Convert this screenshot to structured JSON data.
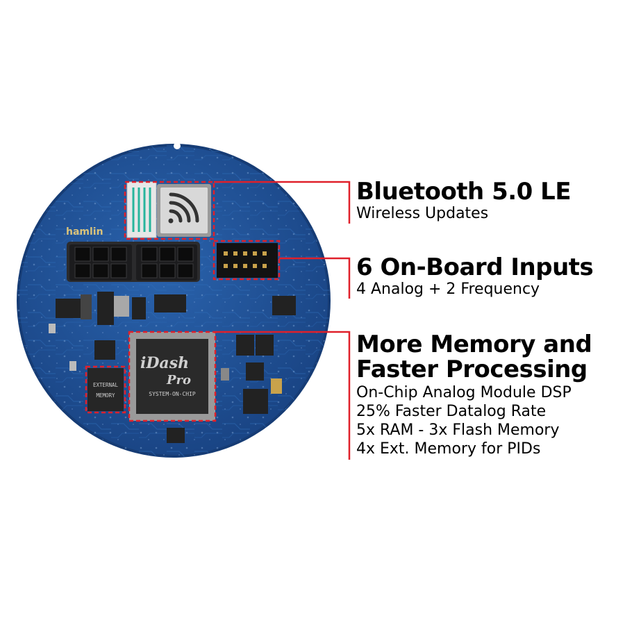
{
  "product": {
    "board_brand": "hamlin",
    "chip_brand": "iDash",
    "chip_model": "Pro",
    "chip_label": "SYSTEM-ON-CHIP",
    "memory_label_line1": "EXTERNAL",
    "memory_label_line2": "MEMORY"
  },
  "callouts": [
    {
      "heading": "Bluetooth 5.0 LE",
      "lines": [
        "Wireless Updates"
      ]
    },
    {
      "heading": "6 On-Board Inputs",
      "lines": [
        "4 Analog + 2 Frequency"
      ]
    },
    {
      "heading": "More Memory and\nFaster Processing",
      "lines": [
        "On-Chip Analog Module DSP",
        "25% Faster Datalog Rate",
        "5x RAM - 3x Flash Memory",
        "4x Ext. Memory for PIDs"
      ]
    }
  ],
  "colors": {
    "background": "#ffffff",
    "board": "#1f4f94",
    "board_edge": "#163c75",
    "callout_line": "#e0202a",
    "chip": "#2a2a2a",
    "connector": "#1c1c1e",
    "text": "#000000"
  },
  "icons": [
    "wifi-icon"
  ]
}
